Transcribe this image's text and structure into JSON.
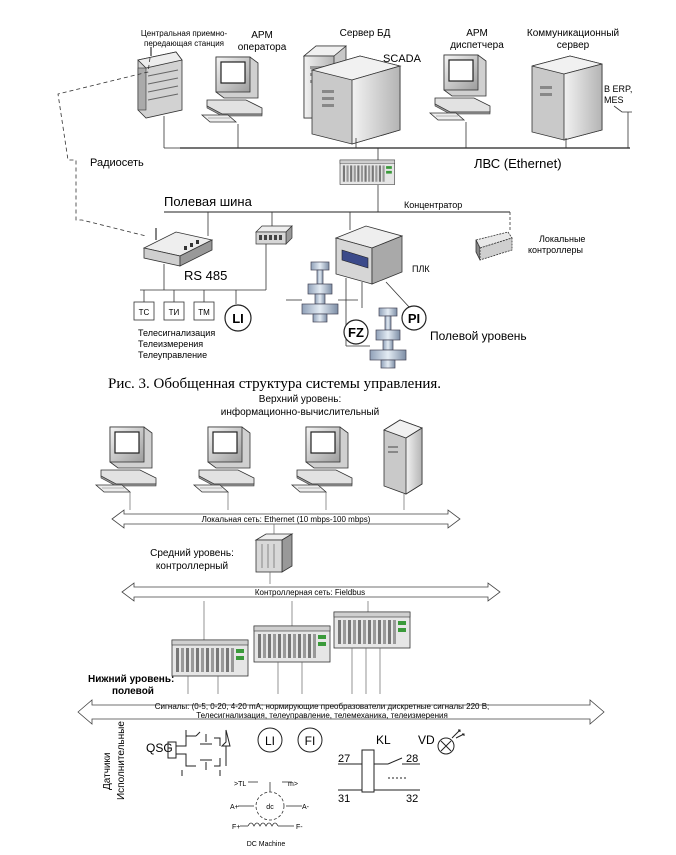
{
  "figure1": {
    "central_station": [
      "Центральная приемно-",
      "передающая станция"
    ],
    "arm_operator": [
      "АРМ",
      "оператора"
    ],
    "db_server": "Сервер БД",
    "scada": "SCADA",
    "arm_dispatcher": [
      "АРМ",
      "диспетчера"
    ],
    "comm_server": [
      "Коммуникационный",
      "сервер"
    ],
    "erp": [
      "В ERP,",
      "MES"
    ],
    "radio_net": "Радиосеть",
    "lan": "ЛВС (Ethernet)",
    "field_bus": "Полевая шина",
    "concentrator": "Концентратор",
    "local_controllers": [
      "Локальные",
      "контроллеры"
    ],
    "rs485": "RS 485",
    "plc": "ПЛК",
    "box_ts": "ТС",
    "box_ti": "ТИ",
    "box_tm": "ТМ",
    "li": "LI",
    "fz": "FZ",
    "pi": "PI",
    "tele_lines": [
      "Телесигнализация",
      "Телеизмерения",
      "Телеуправление"
    ],
    "field_level": "Полевой уровень"
  },
  "caption": "Рис. 3. Обобщенная структура системы управления.",
  "figure2": {
    "top_level": [
      "Верхний уровень:",
      "информационно-вычислительный"
    ],
    "lan": "Локальная сеть:  Ethernet  (10 mbps-100 mbps)",
    "mid_level": [
      "Средний уровень:",
      "контроллерный"
    ],
    "fieldbus": "Контроллерная сеть: Fieldbus",
    "low_level": [
      "Нижний уровень:",
      "полевой"
    ],
    "signals": [
      "Сигналы: (0-5, 0-20, 4-20 mA; нормирующие преобразователи дискретные сигналы 220 В;",
      "Телесигнализация, телеуправление, телемеханика, телеизмерения"
    ],
    "vertical": [
      "Датчики",
      "Исполнительные"
    ],
    "qsg": "QSG",
    "li": "LI",
    "fi": "FI",
    "kl": "KL",
    "vd": "VD",
    "n27": "27",
    "n28": "28",
    "n31": "31",
    "n32": "32",
    "dc_tl": ">TL",
    "dc_m": "m>",
    "dc_dc": "dc",
    "dc_a_plus": "A+",
    "dc_a_minus": "A-",
    "dc_f_plus": "F+",
    "dc_f_minus": "F-",
    "dc_machine": "DC Machine"
  }
}
